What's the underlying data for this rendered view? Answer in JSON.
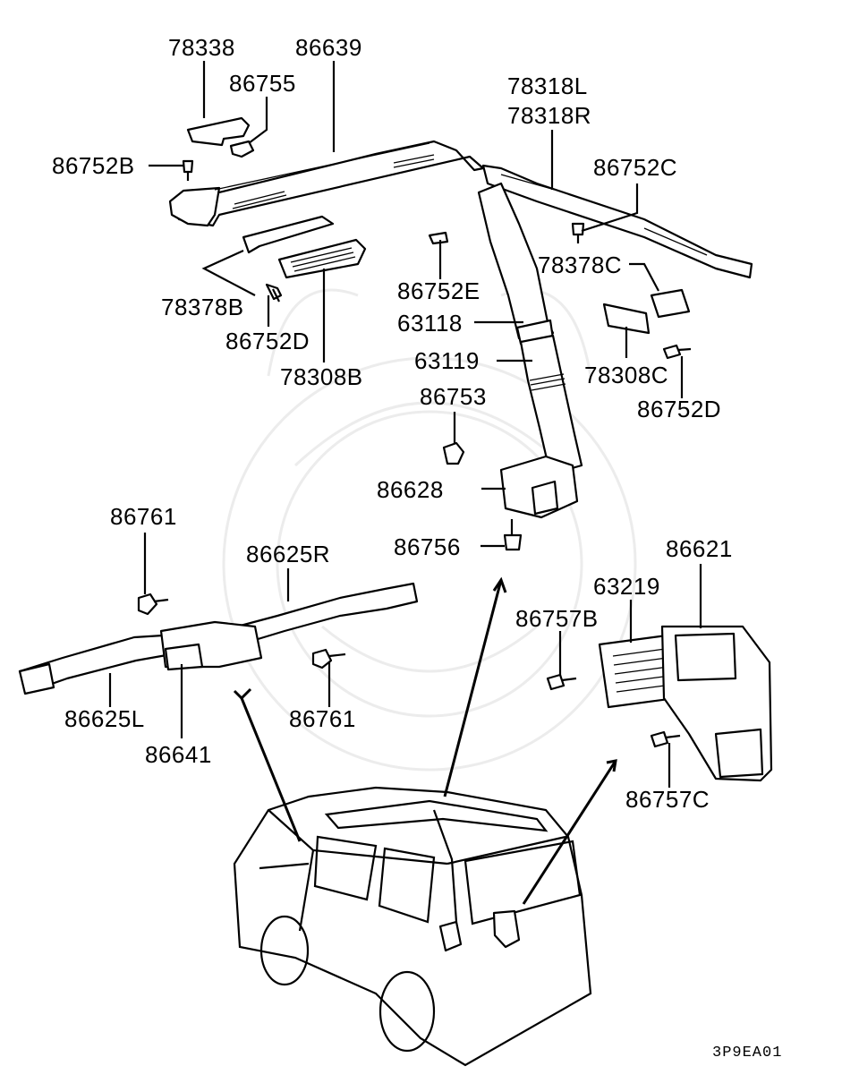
{
  "labels": {
    "p78338": "78338",
    "p86639": "86639",
    "p86755": "86755",
    "p86752B": "86752B",
    "p78318L": "78318L",
    "p78318R": "78318R",
    "p86752C": "86752C",
    "p86752E": "86752E",
    "p78378C": "78378C",
    "p78378B": "78378B",
    "p63118": "63118",
    "p86752D_a": "86752D",
    "p78308B": "78308B",
    "p63119": "63119",
    "p78308C": "78308C",
    "p86752D_b": "86752D",
    "p86753": "86753",
    "p86628": "86628",
    "p86761_a": "86761",
    "p86756": "86756",
    "p86621": "86621",
    "p86625R": "86625R",
    "p63219": "63219",
    "p86757B": "86757B",
    "p86625L": "86625L",
    "p86761_b": "86761",
    "p86641": "86641",
    "p86757C": "86757C"
  },
  "diagram_code": "3P9EA01"
}
